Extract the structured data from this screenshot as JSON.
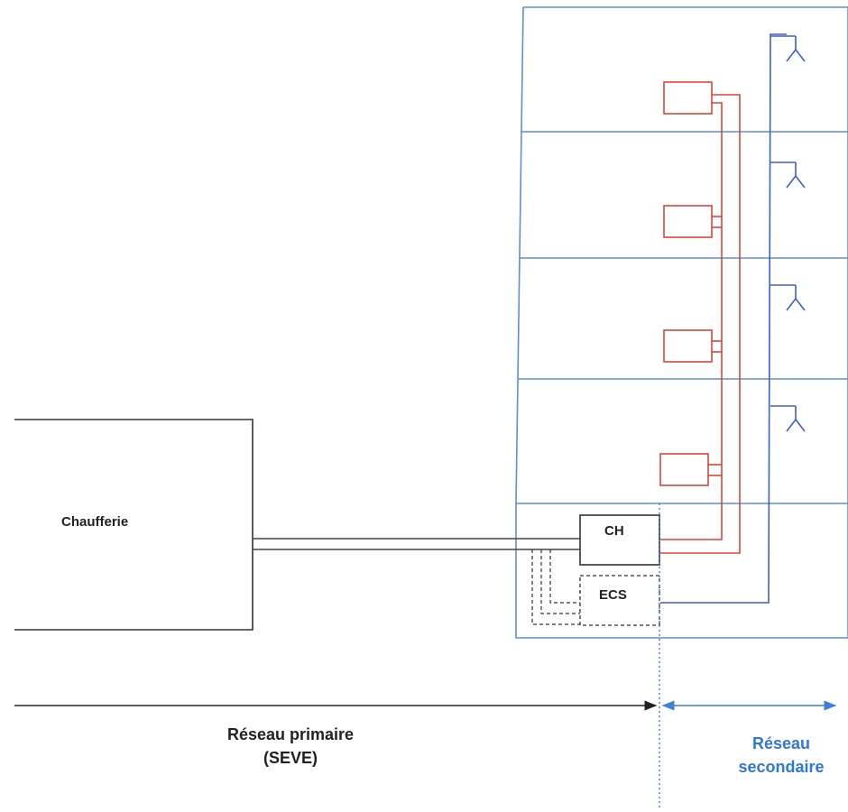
{
  "boiler_room": {
    "label": "Chaufferie"
  },
  "substation": {
    "heating_exchanger_label": "CH",
    "dhw_exchanger_label": "ECS"
  },
  "networks": {
    "primary_line1": "Réseau primaire",
    "primary_line2": "(SEVE)",
    "secondary_line1": "Réseau",
    "secondary_line2": "secondaire"
  },
  "building": {
    "floor_count": 4,
    "radiator_count": 4,
    "tap_count": 4
  },
  "colors": {
    "building_outline": "#5b8fd6",
    "heating_circuit": "#d9473a",
    "dhw_circuit": "#3a5fcf",
    "primary_pipe": "#444444",
    "secondary_label": "#2f78d4",
    "text": "#222222"
  }
}
